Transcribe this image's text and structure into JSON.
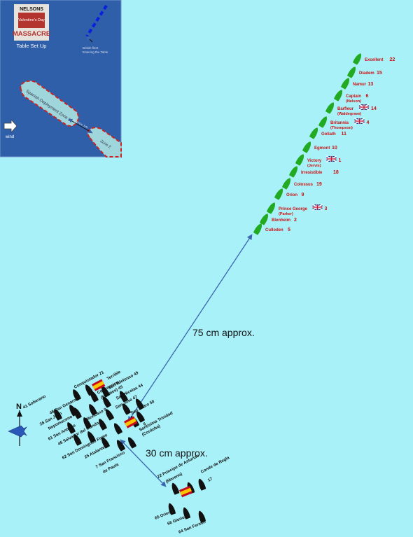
{
  "colors": {
    "sea": "#a9f1f9",
    "inset_sea": "#2f5fa8",
    "british_ship": "#22aa22",
    "spanish_ship": "#111111",
    "british_label": "#cc1111",
    "spanish_label": "#111111",
    "arrow": "#3a66b0",
    "zone_fill": "#9fd6dc",
    "zone_border": "#cc2222"
  },
  "inset": {
    "logo_line1": "NELSONS",
    "logo_line2": "Valentine's Day",
    "logo_line3": "MASSACRE",
    "subtitle": "Table Set Up",
    "fleet_note_line1": "British fleet",
    "fleet_note_line2": "Entering the Table",
    "zone1_label": "Spanish Deployment Zone 1",
    "zone2_label": "Zone 2",
    "distance_label": "Approx 1m",
    "wind_label": "wind"
  },
  "measurements": {
    "long": "75 cm approx.",
    "short": "30 cm approx."
  },
  "compass": {
    "north": "N"
  },
  "british_ships": [
    {
      "name": "Excellent",
      "num": "22"
    },
    {
      "name": "Diadem",
      "num": "15"
    },
    {
      "name": "Namur",
      "num": "13"
    },
    {
      "name": "Captain",
      "sub": "(Nelson)",
      "num": "6"
    },
    {
      "name": "Barfleur",
      "sub": "(Waldegrave)",
      "num": "14",
      "flag": true
    },
    {
      "name": "Britannia",
      "sub": "(Thompson)",
      "num": "4",
      "flag": true
    },
    {
      "name": "Goliath",
      "num": "11"
    },
    {
      "name": "Egmont",
      "num": "10"
    },
    {
      "name": "Victory",
      "sub": "(Jervis)",
      "num": "1",
      "flag": true
    },
    {
      "name": "Irresistible",
      "num": "18"
    },
    {
      "name": "Colossus",
      "num": "19"
    },
    {
      "name": "Orion",
      "num": "9"
    },
    {
      "name": "Prince George",
      "sub": "(Parker)",
      "num": "3",
      "flag": true
    },
    {
      "name": "Blenheim",
      "num": "2"
    },
    {
      "name": "Culloden",
      "num": "5"
    }
  ],
  "spanish_ships": [
    {
      "text": "Conquistador 21"
    },
    {
      "text": "San Ildefonso 49"
    },
    {
      "text": "Terrible"
    },
    {
      "text": "Concepcion"
    },
    {
      "text": "(Morales) 45"
    },
    {
      "text": "San Nicolas 44"
    },
    {
      "text": "San Jose 47"
    },
    {
      "text": "San Isidro 50"
    },
    {
      "text": "41 Soberano"
    },
    {
      "text": "48 San Genaro"
    },
    {
      "text": "26 San Juan"
    },
    {
      "text": "Nepomuceno"
    },
    {
      "text": "Mexicano 9"
    },
    {
      "text": "61 San Antonio"
    },
    {
      "text": "46 Salvador del Mundo"
    },
    {
      "text": "6"
    },
    {
      "text": "Santisima Trinidad"
    },
    {
      "text": "(Cordoba)"
    },
    {
      "text": "10 Firme"
    },
    {
      "text": "62 San Domingo"
    },
    {
      "text": "25 Atalante"
    },
    {
      "text": "7 San Francisco"
    },
    {
      "text": "de Paula"
    },
    {
      "text": "22 Principe de Asturias"
    },
    {
      "text": "(Moreno)"
    },
    {
      "text": "Conde de Regla"
    },
    {
      "text": "17"
    },
    {
      "text": "65 Oriente"
    },
    {
      "text": "66 Glorioso"
    },
    {
      "text": "64 San Fermin"
    }
  ]
}
